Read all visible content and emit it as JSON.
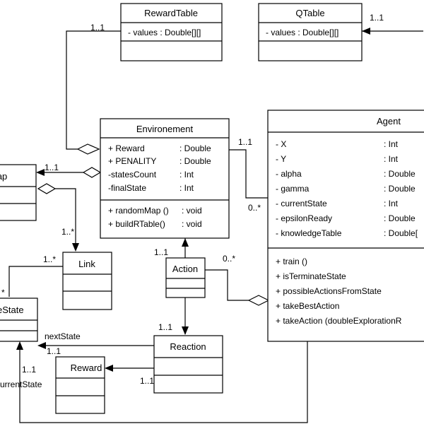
{
  "classes": {
    "reward_table": {
      "name": "RewardTable",
      "attributes": [
        {
          "text": "- values : Double[][]"
        }
      ]
    },
    "q_table": {
      "name": "QTable",
      "attributes": [
        {
          "text": "- values : Double[][]"
        }
      ]
    },
    "environement": {
      "name": "Environement",
      "attributes": [
        {
          "name": "+ Reward",
          "type": ": Double"
        },
        {
          "name": "+ PENALITY",
          "type": ": Double"
        },
        {
          "name": "-statesCount",
          "type": ": Int"
        },
        {
          "name": "-finalState",
          "type": ": Int"
        }
      ],
      "methods": [
        {
          "name": "+ randomMap ()",
          "type": ": void"
        },
        {
          "name": "+ buildRTable()",
          "type": ": void"
        }
      ]
    },
    "agent": {
      "name": "Agent",
      "attributes": [
        {
          "name": "- X",
          "type": ": Int"
        },
        {
          "name": "- Y",
          "type": ": Int"
        },
        {
          "name": "- alpha",
          "type": ": Double"
        },
        {
          "name": "- gamma",
          "type": ": Double"
        },
        {
          "name": "- currentState",
          "type": ": Int"
        },
        {
          "name": "- epsilonReady",
          "type": ": Double"
        },
        {
          "name": "- knowledgeTable",
          "type": ": Double["
        }
      ],
      "methods": [
        {
          "text": "+ train ()"
        },
        {
          "text": "+ isTerminateState"
        },
        {
          "text": "+ possibleActionsFromState"
        },
        {
          "text": "+ takeBestAction"
        },
        {
          "text": "+ takeAction (doubleExplorationR"
        }
      ]
    },
    "map": {
      "name": "Map"
    },
    "link": {
      "name": "Link"
    },
    "state": {
      "name": "eState"
    },
    "action": {
      "name": "Action"
    },
    "reaction": {
      "name": "Reaction"
    },
    "reward": {
      "name": "Reward"
    }
  },
  "multiplicities": {
    "reward_table": "1..1",
    "q_table": "1..1",
    "env_agent": "1..1",
    "agent_env": "0..*",
    "env_map": "1..1",
    "map_link": "1..*",
    "link_state_a": "1..*",
    "link_state_b": "*",
    "action_env": "1..1",
    "action_agent": "0..*",
    "action_reaction": "1..1",
    "reaction_state": "1..1",
    "reaction_reward": "1..1",
    "state_current": "1..1"
  },
  "roles": {
    "next_state": "nextState",
    "current_state": "urrentState"
  }
}
